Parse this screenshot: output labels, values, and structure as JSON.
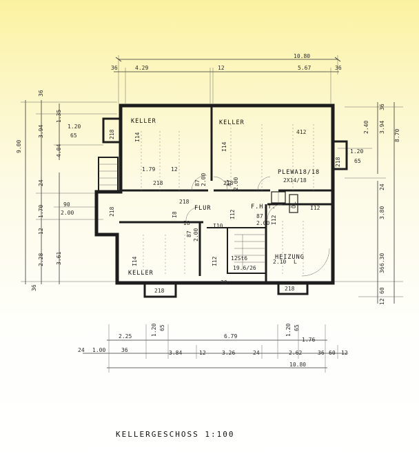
{
  "title": "KELLERGESCHOSS  1:100",
  "rooms": {
    "keller_nw": "KELLER",
    "keller_ne": "KELLER",
    "keller_sw": "KELLER",
    "flur": "FLUR",
    "heizung": "HEIZUNG",
    "fht": "F.H.T.",
    "plewa": "PLEWA18/18",
    "plewa_dim": "2X14/18",
    "oel": "ÖL"
  },
  "top_dims": {
    "total": "10.80",
    "left_wall": "36",
    "left": "4.29",
    "mid_wall": "12",
    "right": "5.67",
    "right_wall": "36"
  },
  "bottom_dims": {
    "r1_225": "2.25",
    "r1_120": "1.20",
    "r1_65": "65",
    "r1_679": "6.79",
    "r1_120b": "1.20",
    "r1_65b": "65",
    "r1_176": "1.76",
    "r2_24": "24",
    "r2_100": "1.00",
    "r2_36": "36",
    "r2_384": "3.84",
    "r2_12": "12",
    "r2_326": "3.26",
    "r2_24b": "24",
    "r2_262": "2.62",
    "r2_36b": "36",
    "r2_60": "60",
    "r2_12b": "12",
    "total": "10.80"
  },
  "left_dims": {
    "total": "9.00",
    "w36": "36",
    "d394": "3.94",
    "d135": "1.35",
    "d404": "4.04",
    "d120": "1.20",
    "d65": "65",
    "w24": "24",
    "d170": "1.70",
    "w12": "12",
    "d90": "90",
    "d200": "2.00",
    "d228": "2.28",
    "d361": "3.61",
    "w36b": "36"
  },
  "right_dims": {
    "total": "8.70",
    "w36": "36",
    "d394": "3.94",
    "d240": "2.40",
    "d120": "1.20",
    "d65": "65",
    "w24": "24",
    "d380": "3.80",
    "d630": "6.30",
    "w36b": "36",
    "w12": "12",
    "d60": "60"
  },
  "inner_labels": {
    "t1": "218",
    "t2": "218",
    "t3": "218",
    "t4": "218",
    "t5": "218",
    "t6": "218",
    "t7": "218",
    "t8": "218",
    "i114a": "I14",
    "i114b": "I14",
    "i114c": "I14",
    "i112a": "I12",
    "i112b": "I12",
    "i112c": "I12",
    "i112d": "I12",
    "i18a": "I8",
    "i18b": "I8",
    "i110": "I10",
    "d179": "1.79",
    "d12a": "12",
    "d87a": "87",
    "d200a": "2.00",
    "d87b": "87",
    "d200b": "2.00",
    "d87c": "87",
    "d200c": "2.00",
    "d87d": "87",
    "d200d": "2.00",
    "d210": "2.10",
    "d30": "30",
    "stair1": "12St6",
    "stair2": "19.6/26",
    "l": "L",
    "h412": "412"
  }
}
